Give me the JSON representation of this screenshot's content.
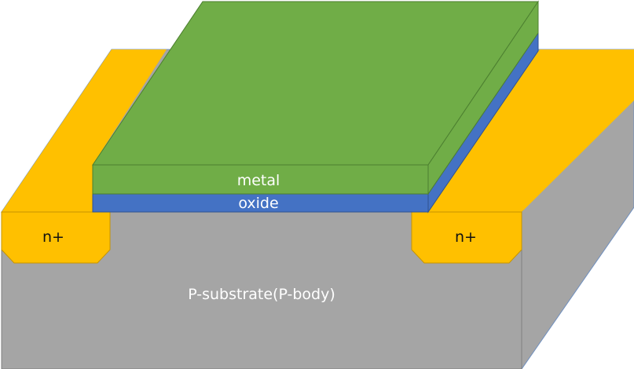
{
  "labels": {
    "metal": "metal",
    "oxide": "oxide",
    "source_region": "n+",
    "drain_region": "n+",
    "substrate": "P-substrate(P-body)"
  },
  "colors": {
    "substrate_front": "#a5a5a5",
    "substrate_top": "#a5a5a5",
    "substrate_side": "#a5a5a5",
    "substrate_edge": "#6f8fbf",
    "n_plus": "#ffc000",
    "metal": "#70ad47",
    "metal_edge": "#4c7f30",
    "oxide": "#4472c4",
    "oxide_edge": "#2f528f"
  }
}
